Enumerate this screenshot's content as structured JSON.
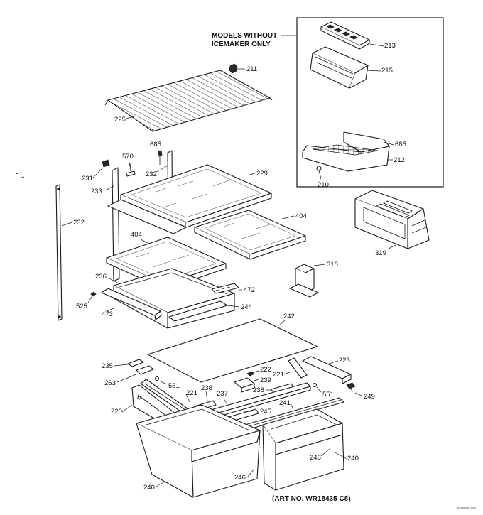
{
  "inset": {
    "title_line1": "MODELS WITHOUT",
    "title_line2": "ICEMAKER ONLY"
  },
  "art_number": "(ART NO. WR18435 C8)",
  "footer_mark": "appliance.parts",
  "labels": {
    "p213": "213",
    "p215": "215",
    "p211": "211",
    "p685a": "685",
    "p685b": "685",
    "p212": "212",
    "p210": "210",
    "p225": "225",
    "p570": "570",
    "p231": "231",
    "p232a": "232",
    "p232b": "232",
    "p229": "229",
    "p233": "233",
    "p404a": "404",
    "p404b": "404",
    "p319": "319",
    "p318": "318",
    "p236": "236",
    "p472": "472",
    "p525": "525",
    "p473": "473",
    "p244": "244",
    "p242": "242",
    "p223": "223",
    "p235": "235",
    "p222": "222",
    "p221a": "221",
    "p263": "263",
    "p551a": "551",
    "p238a": "238",
    "p239": "239",
    "p238b": "238",
    "p551b": "551",
    "p249": "249",
    "p221b": "221",
    "p237": "237",
    "p220": "220",
    "p245": "245",
    "p241": "241",
    "p246a": "246",
    "p240a": "240",
    "p246b": "246",
    "p240b": "240"
  }
}
